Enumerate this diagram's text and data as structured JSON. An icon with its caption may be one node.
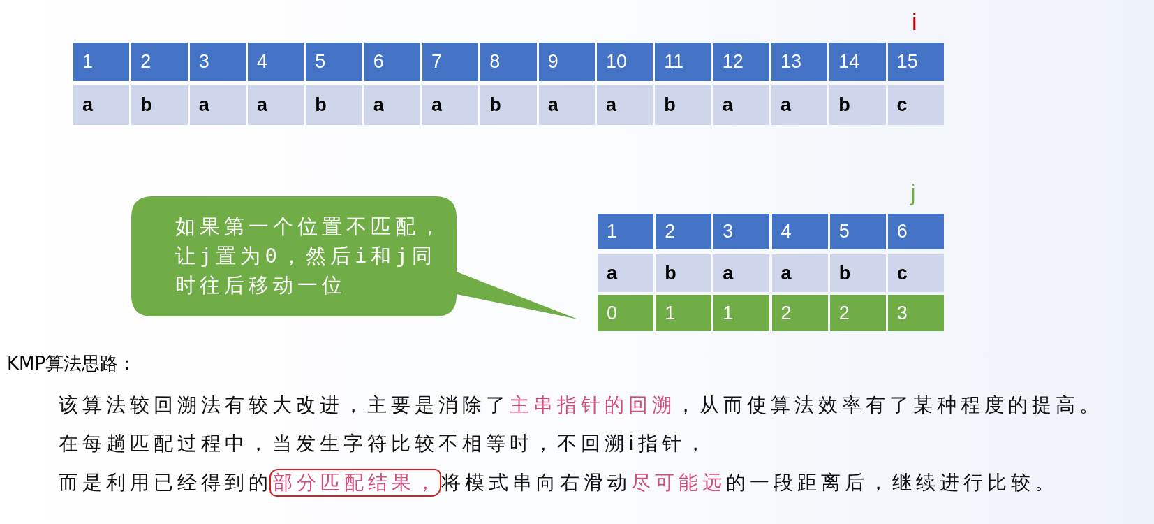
{
  "diagram": {
    "nodes": [
      {
        "text": [
          "如果第一个位置不匹配，让j置为0，然后i和j同时往后移动一位"
        ]
      }
    ],
    "labels": [
      "i",
      "1",
      "2",
      "3",
      "4",
      "5",
      "6",
      "7",
      "8",
      "9",
      "10",
      "11",
      "12",
      "13",
      "14",
      "15",
      "a",
      "b",
      "a",
      "a",
      "b",
      "a",
      "a",
      "b",
      "a",
      "a",
      "b",
      "a",
      "a",
      "b",
      "c",
      "j",
      "1",
      "2",
      "3",
      "4",
      "5",
      "6",
      "a",
      "b",
      "a",
      "a",
      "b",
      "c",
      "0",
      "1",
      "1",
      "2",
      "2",
      "3",
      "KMP算法思路：",
      "该算法较回溯法有较大改进，主要是消除了**主串指针的回溯**，从而使算法效率有了某种程度的提高。",
      "在每趟匹配过程中，当发生字符比较不相等时，不回溯i指针，",
      "而是利用已经得到的**部分匹配结果，**将模式串向右滑动**尽可能远**的一段距离后，继续进行比较。"
    ]
  }
}
